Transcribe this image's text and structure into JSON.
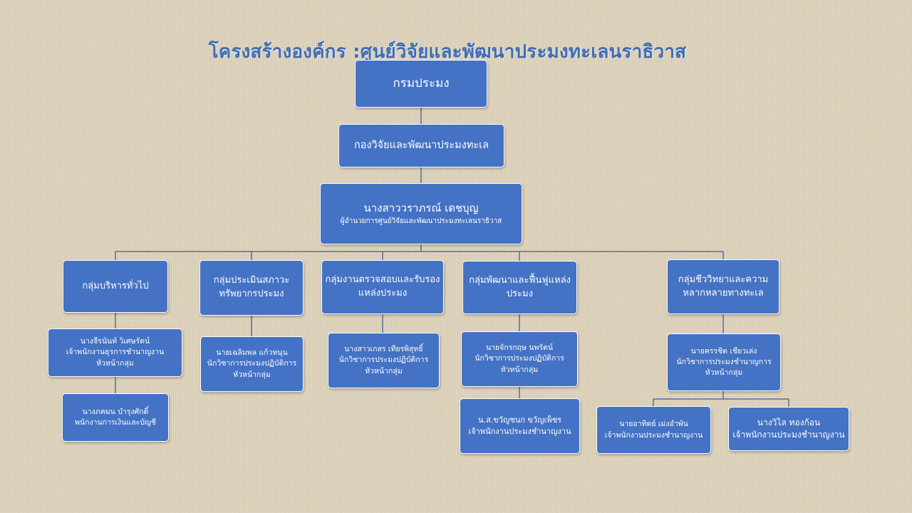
{
  "title": "โครงสร้างองค์กร :ศูนย์วิจัยและพัฒนาประมงทะเลนราธิวาส",
  "colors": {
    "box_fill": "#4472c4",
    "box_border": "#ffffff",
    "connector": "#3a5f9e",
    "title": "#3e6db7"
  },
  "nodes": {
    "department": {
      "label": "กรมประมง"
    },
    "division": {
      "label": "กองวิจัยและพัฒนาประมงทะเล"
    },
    "director": {
      "name": "นางสาววราภรณ์  เดชบุญ",
      "position": "ผู้อำนวยการศูนย์วิจัยและพัฒนาประมงทะเลนราธิวาส"
    },
    "groups": [
      {
        "line1": "กลุ่มบริหารทั่วไป",
        "line2": ""
      },
      {
        "line1": "กลุ่มประเมินสภาวะ",
        "line2": "ทรัพยากรประมง"
      },
      {
        "line1": "กลุ่มงานตรวจสอบและรับรอง",
        "line2": "แหล่งประมง"
      },
      {
        "line1": "กลุ่มพัฒนาและฟื้นฟูแหล่ง",
        "line2": "ประมง"
      },
      {
        "line1": "กลุ่มชีววิทยาและความ",
        "line2": "หลากหลายทางทะเล"
      }
    ],
    "heads": [
      {
        "name": "นางจีรนันท์        วิเศษรัตน์",
        "position": "เจ้าพนักงานธุรการชำนาญงาน",
        "role": "หัวหน้ากลุ่ม"
      },
      {
        "name": "นายเฉลิมพล  แก้วหนุน",
        "position": "นักวิชาการประมงปฏิบัติการ",
        "role": "หัวหน้ากลุ่ม"
      },
      {
        "name": "นางสาวเกสร เทียรพิสุทธิ์",
        "position": "นักวิชาการประมงปฏิบัติการ",
        "role": "หัวหน้ากลุ่ม"
      },
      {
        "name": "นายจักรกฤษ  นพรัตน์",
        "position": "นักวิชาการประมงปฏิบัติการ",
        "role": "หัวหน้ากลุ่ม"
      },
      {
        "name": "นายครรชิต   เชียวเล่ง",
        "position": "นักวิชาการประมงชำนาญการ",
        "role": "หัวหน้ากลุ่ม"
      }
    ],
    "staff": [
      {
        "name": "นางภคมน บำรุงศักดิ์",
        "position": "พนักงานการเงินและบัญชี"
      },
      {
        "name": "น.ส.ขวัญชนก          ขวัญเพ็ชร",
        "position": "เจ้าพนักงานประมงชำนาญงาน"
      },
      {
        "name": "นายอาทิตย์       เม่งอำพัน",
        "position": "เจ้าพนักงานประมงชำนาญงาน"
      },
      {
        "name": "นางวิไล       ทองก้อน",
        "position": "เจ้าพนักงานประมงชำนาญงาน"
      }
    ]
  }
}
